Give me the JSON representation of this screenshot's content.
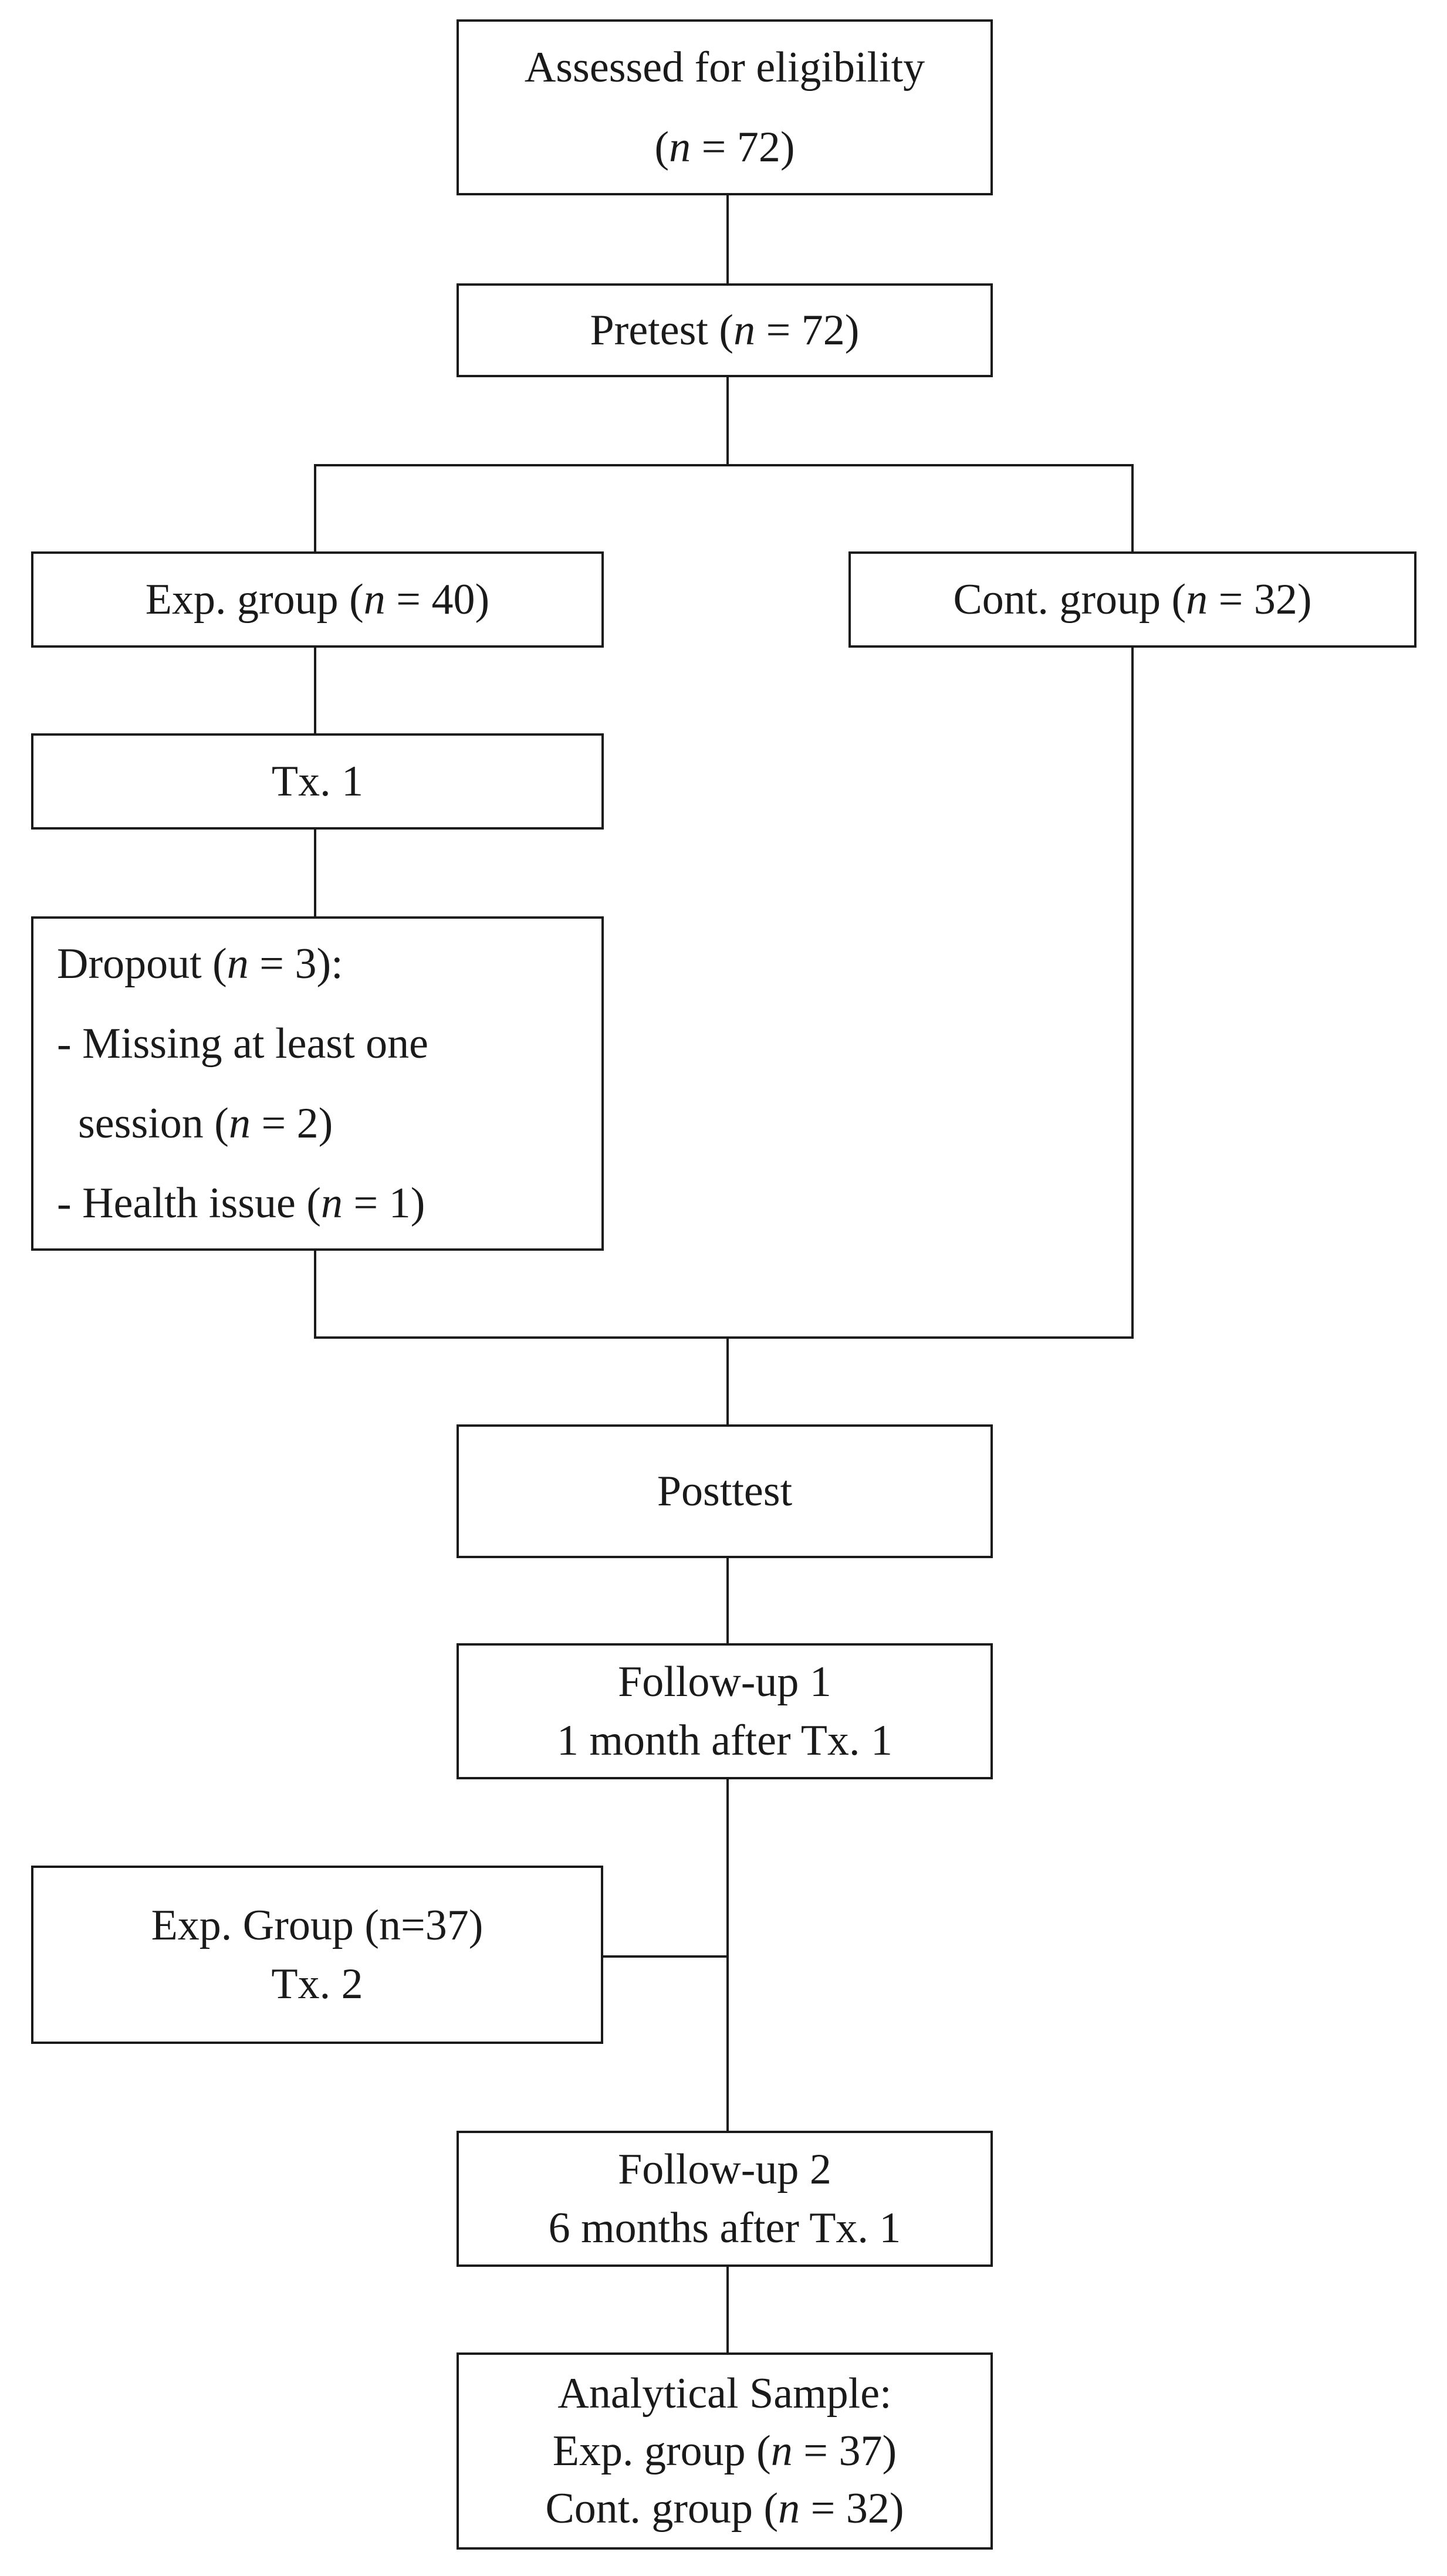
{
  "assessed": {
    "line1": "Assessed for eligibility",
    "n_prefix": "(",
    "n_var": "n",
    "n_value": " = 72)"
  },
  "pretest": {
    "text": "Pretest (",
    "n_var": "n",
    "n_value": " = 72)"
  },
  "exp_group": {
    "text": "Exp. group (",
    "n_var": "n",
    "n_value": " = 40)"
  },
  "cont_group": {
    "text": "Cont. group (",
    "n_var": "n",
    "n_value": " = 32)"
  },
  "tx1": {
    "text": "Tx. 1"
  },
  "dropout": {
    "title_text": "Dropout (",
    "title_var": "n",
    "title_value": " = 3):",
    "item1_line1": "- Missing at least one",
    "item1_line2_text": "session (",
    "item1_line2_var": "n",
    "item1_line2_value": " = 2)",
    "item2_text": "- Health issue (",
    "item2_var": "n",
    "item2_value": " = 1)"
  },
  "posttest": {
    "text": "Posttest"
  },
  "followup1": {
    "line1": "Follow-up 1",
    "line2": "1 month after Tx. 1"
  },
  "exp_group_tx2": {
    "line1": "Exp. Group (n=37)",
    "line2": "Tx. 2"
  },
  "followup2": {
    "line1": "Follow-up 2",
    "line2": "6 months after Tx. 1"
  },
  "analytical": {
    "line1": "Analytical Sample:",
    "exp_text": "Exp. group (",
    "exp_var": "n",
    "exp_value": " = 37)",
    "cont_text": "Cont. group (",
    "cont_var": "n",
    "cont_value": " = 32)"
  }
}
